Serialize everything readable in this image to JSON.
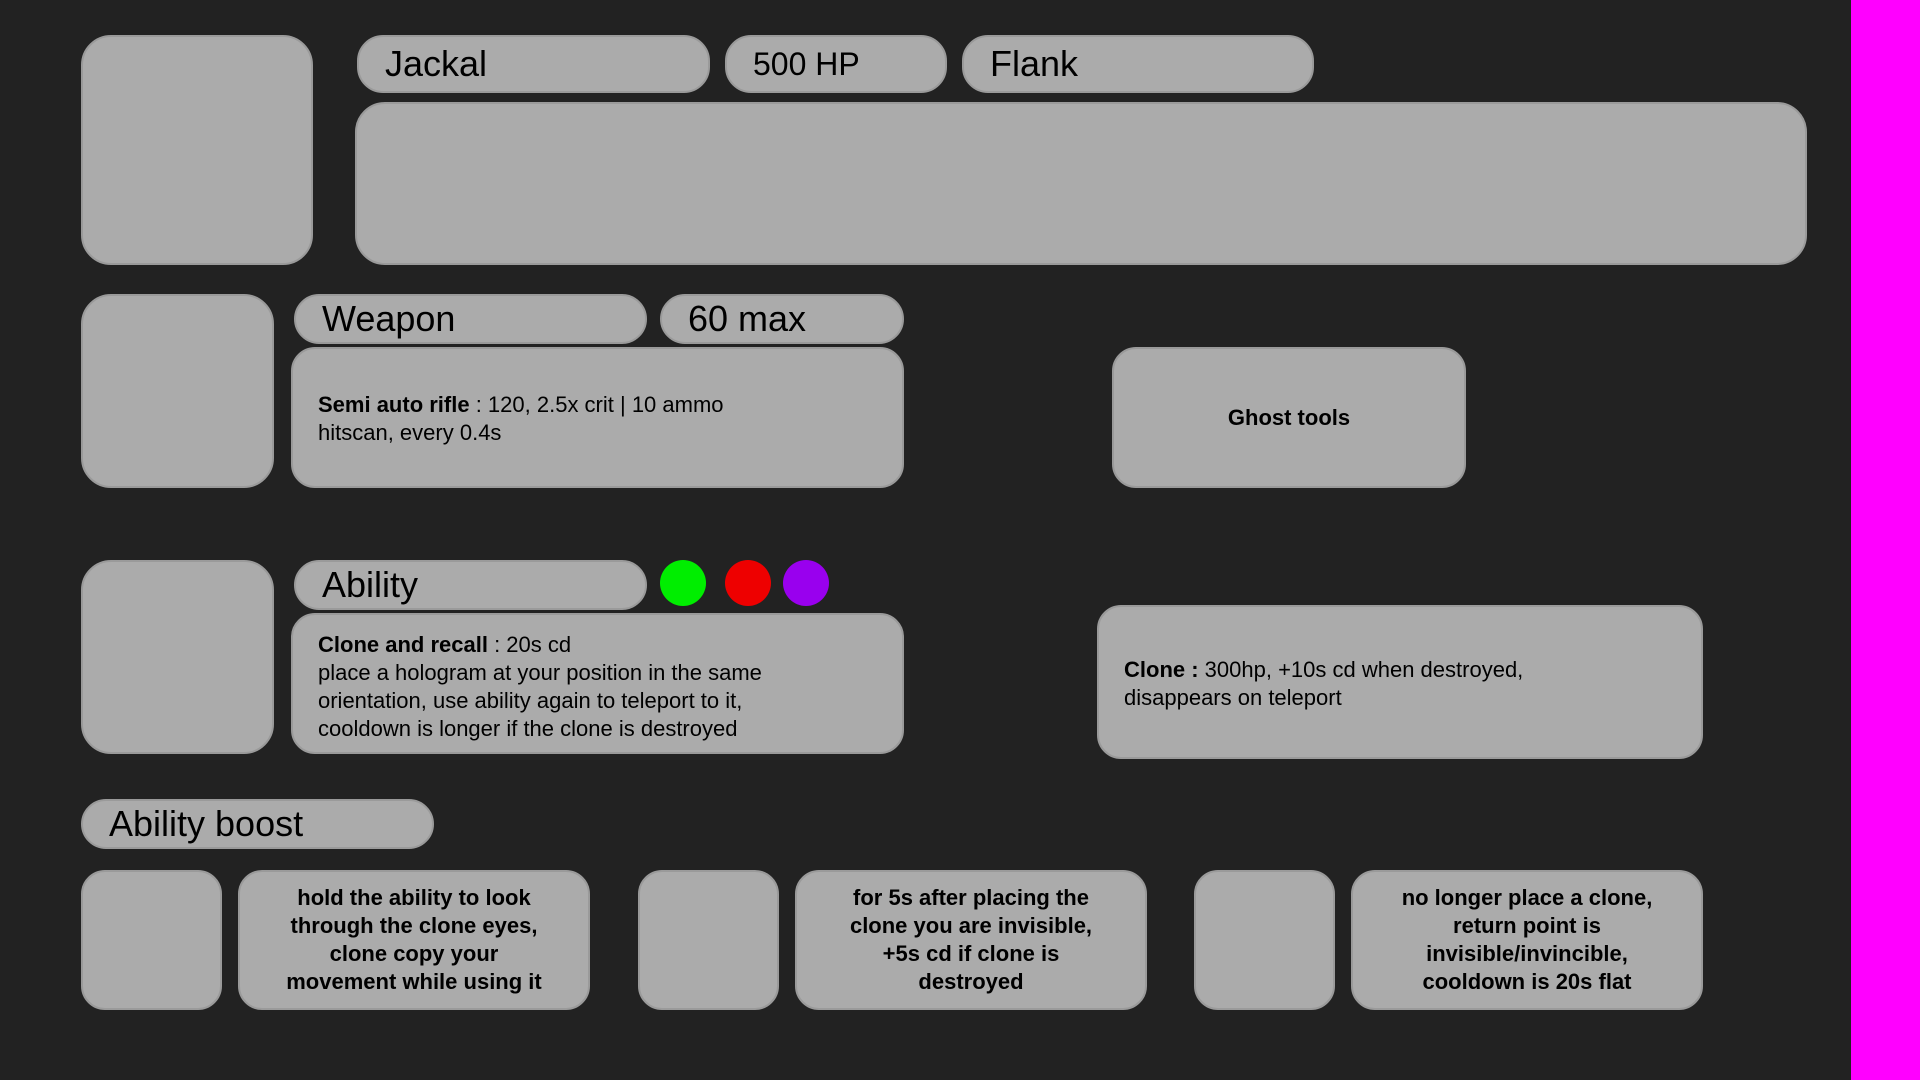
{
  "header": {
    "name": "Jackal",
    "hp": "500 HP",
    "role": "Flank"
  },
  "weapon": {
    "title": "Weapon",
    "ammo_label": "60 max",
    "name": "Semi auto rifle",
    "stats": " : 120, 2.5x crit | 10 ammo",
    "detail": "hitscan, every 0.4s",
    "extra": "Ghost tools"
  },
  "ability": {
    "title": "Ability",
    "name": "Clone and recall",
    "cooldown": " : 20s cd",
    "line1": "place a hologram at your position in the same",
    "line2": "orientation, use ability again to teleport to it,",
    "line3": "cooldown is longer if the clone is destroyed",
    "dots": [
      "#00ee00",
      "#ee0000",
      "#9900ee"
    ],
    "clone_name": "Clone :",
    "clone_line1": " 300hp, +10s cd when destroyed,",
    "clone_line2": "disappears on teleport"
  },
  "boost": {
    "title": "Ability boost",
    "items": [
      {
        "lines": [
          "hold the ability to look",
          "through the clone eyes,",
          "clone copy your",
          "movement while using it"
        ]
      },
      {
        "lines": [
          "for 5s after placing the",
          "clone you are invisible,",
          "+5s cd if clone is",
          "destroyed"
        ]
      },
      {
        "lines": [
          "no longer place a clone,",
          "return point is",
          "invisible/invincible,",
          "cooldown is 20s flat"
        ]
      }
    ]
  },
  "colors": {
    "background": "#222222",
    "panel": "#ababab",
    "accent_bar": "#ff00ff"
  }
}
